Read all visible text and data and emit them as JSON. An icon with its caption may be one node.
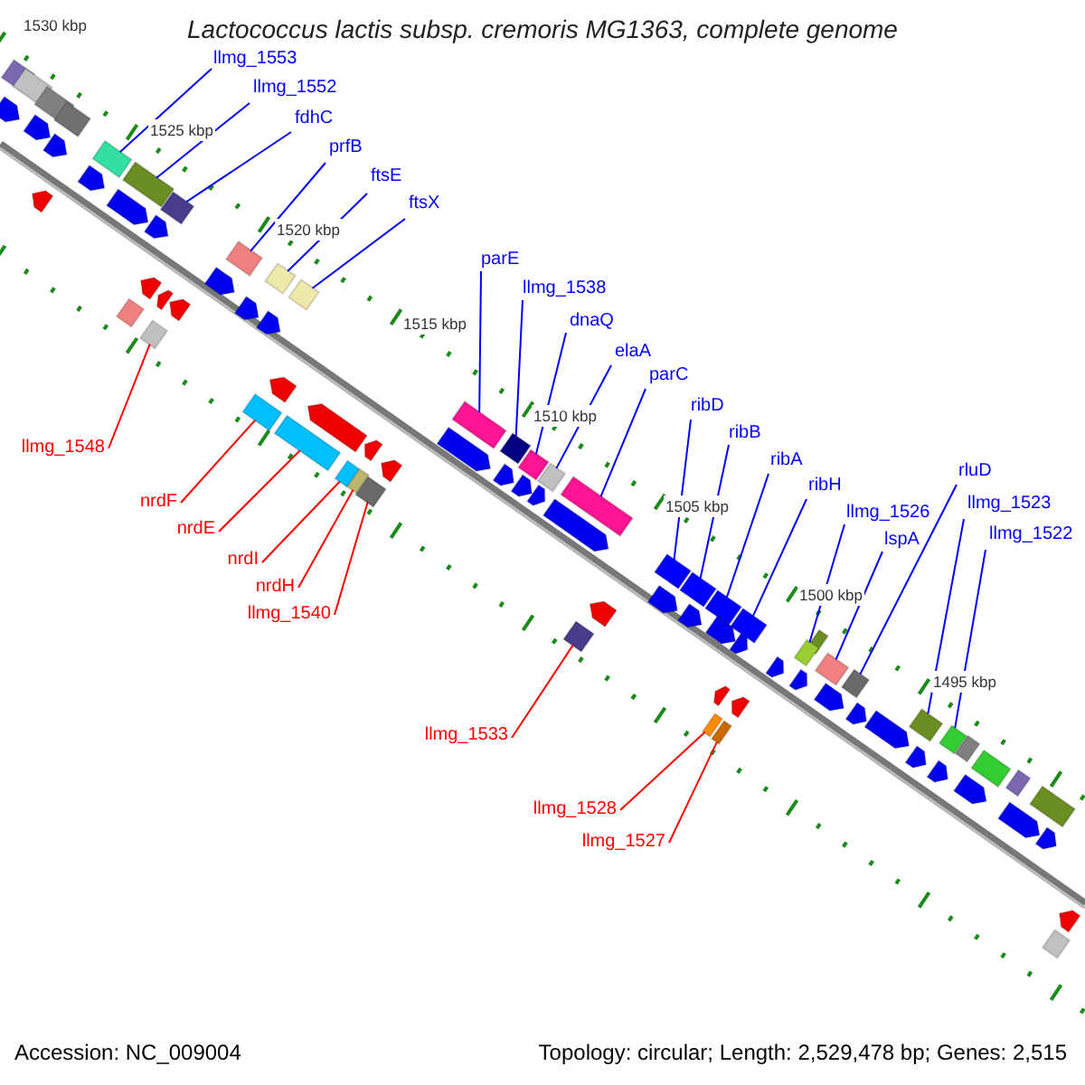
{
  "diagram": {
    "title": "Lactococcus lactis subsp. cremoris MG1363, complete genome",
    "nodes": [
      {
        "text": [
          "llmg_1553"
        ]
      },
      {
        "text": [
          "llmg_1552"
        ]
      },
      {
        "text": [
          "fdhC"
        ]
      },
      {
        "text": [
          "prfB"
        ]
      },
      {
        "text": [
          "ftsE"
        ]
      },
      {
        "text": [
          "ftsX"
        ]
      },
      {
        "text": [
          "parE"
        ]
      },
      {
        "text": [
          "llmg_1538"
        ]
      },
      {
        "text": [
          "dnaQ"
        ]
      },
      {
        "text": [
          "elaA"
        ]
      },
      {
        "text": [
          "parC"
        ]
      },
      {
        "text": [
          "ribD"
        ]
      },
      {
        "text": [
          "ribB"
        ]
      },
      {
        "text": [
          "ribA"
        ]
      },
      {
        "text": [
          "ribH"
        ]
      },
      {
        "text": [
          "llmg_1526"
        ]
      },
      {
        "text": [
          "lspA"
        ]
      },
      {
        "text": [
          "rluD"
        ]
      },
      {
        "text": [
          "llmg_1523"
        ]
      },
      {
        "text": [
          "llmg_1522"
        ]
      },
      {
        "text": [
          "llmg_1548"
        ]
      },
      {
        "text": [
          "nrdF"
        ]
      },
      {
        "text": [
          "nrdE"
        ]
      },
      {
        "text": [
          "nrdI"
        ]
      },
      {
        "text": [
          "nrdH"
        ]
      },
      {
        "text": [
          "llmg_1540"
        ]
      },
      {
        "text": [
          "llmg_1533"
        ]
      },
      {
        "text": [
          "llmg_1528"
        ]
      },
      {
        "text": [
          "llmg_1527"
        ]
      },
      {
        "text": [],
        "shape": "box"
      },
      {
        "text": [],
        "shape": "box"
      },
      {
        "text": [],
        "shape": "box"
      },
      {
        "text": [],
        "shape": "box"
      },
      {
        "text": [],
        "shape": "box"
      },
      {
        "text": [],
        "shape": "box"
      },
      {
        "text": [],
        "shape": "box"
      },
      {
        "text": [],
        "shape": "box"
      },
      {
        "text": [],
        "shape": "box"
      },
      {
        "text": [],
        "shape": "box"
      },
      {
        "text": [],
        "shape": "box"
      },
      {
        "text": [],
        "shape": "box"
      },
      {
        "text": [],
        "shape": "box"
      },
      {
        "text": [],
        "shape": "box"
      },
      {
        "text": [],
        "shape": "box"
      },
      {
        "text": [],
        "shape": "box"
      },
      {
        "text": [],
        "shape": "box"
      },
      {
        "text": [],
        "shape": "box"
      },
      {
        "text": [],
        "shape": "box"
      },
      {
        "text": [],
        "shape": "box"
      },
      {
        "text": [],
        "shape": "box"
      },
      {
        "text": [],
        "shape": "box"
      },
      {
        "text": [],
        "shape": "box"
      },
      {
        "text": [],
        "shape": "box"
      },
      {
        "text": [],
        "shape": "box"
      },
      {
        "text": [],
        "shape": "box"
      },
      {
        "text": [],
        "shape": "box"
      },
      {
        "text": [],
        "shape": "box"
      },
      {
        "text": [],
        "shape": "box"
      },
      {
        "text": [],
        "shape": "box"
      },
      {
        "text": [],
        "shape": "box"
      }
    ],
    "edges": [
      {
        "from": 0,
        "to": 29,
        "arrow": "none"
      },
      {
        "from": 1,
        "to": 30,
        "arrow": "none"
      },
      {
        "from": 2,
        "to": 31,
        "arrow": "none"
      },
      {
        "from": 3,
        "to": 32,
        "arrow": "none"
      },
      {
        "from": 4,
        "to": 33,
        "arrow": "none"
      },
      {
        "from": 5,
        "to": 34,
        "arrow": "none"
      },
      {
        "from": 6,
        "to": 35,
        "arrow": "none"
      },
      {
        "from": 7,
        "to": 36,
        "arrow": "none"
      },
      {
        "from": 8,
        "to": 37,
        "arrow": "none"
      },
      {
        "from": 9,
        "to": 38,
        "arrow": "none"
      },
      {
        "from": 10,
        "to": 39,
        "arrow": "none"
      },
      {
        "from": 11,
        "to": 40,
        "arrow": "none"
      },
      {
        "from": 12,
        "to": 41,
        "arrow": "none"
      },
      {
        "from": 13,
        "to": 42,
        "arrow": "none"
      },
      {
        "from": 14,
        "to": 43,
        "arrow": "none"
      },
      {
        "from": 15,
        "to": 44,
        "arrow": "none"
      },
      {
        "from": 16,
        "to": 45,
        "arrow": "none"
      },
      {
        "from": 17,
        "to": 46,
        "arrow": "none"
      },
      {
        "from": 18,
        "to": 47,
        "arrow": "none"
      },
      {
        "from": 19,
        "to": 48,
        "arrow": "none"
      },
      {
        "from": 20,
        "to": 49,
        "arrow": "none",
        "color": "#ff0000"
      },
      {
        "from": 21,
        "to": 50,
        "arrow": "none",
        "color": "#ff0000"
      },
      {
        "from": 22,
        "to": 51,
        "arrow": "none",
        "color": "#ff0000"
      },
      {
        "from": 23,
        "to": 52,
        "arrow": "none",
        "color": "#ff0000"
      },
      {
        "from": 24,
        "to": 53,
        "arrow": "none",
        "color": "#ff0000"
      },
      {
        "from": 25,
        "to": 54,
        "arrow": "none",
        "color": "#ff0000"
      },
      {
        "from": 26,
        "to": 55,
        "arrow": "none",
        "color": "#ff0000"
      },
      {
        "from": 27,
        "to": 56,
        "arrow": "none",
        "color": "#ff0000"
      },
      {
        "from": 28,
        "to": 57,
        "arrow": "none",
        "color": "#ff0000"
      }
    ],
    "labels": [
      "1530 kbp",
      "1525 kbp",
      "1520 kbp",
      "1515 kbp",
      "1510 kbp",
      "1505 kbp",
      "1500 kbp",
      "1495 kbp",
      "Accession: NC_009004",
      "Topology: circular; Length: 2,529,478 bp; Genes: 2,515"
    ]
  }
}
